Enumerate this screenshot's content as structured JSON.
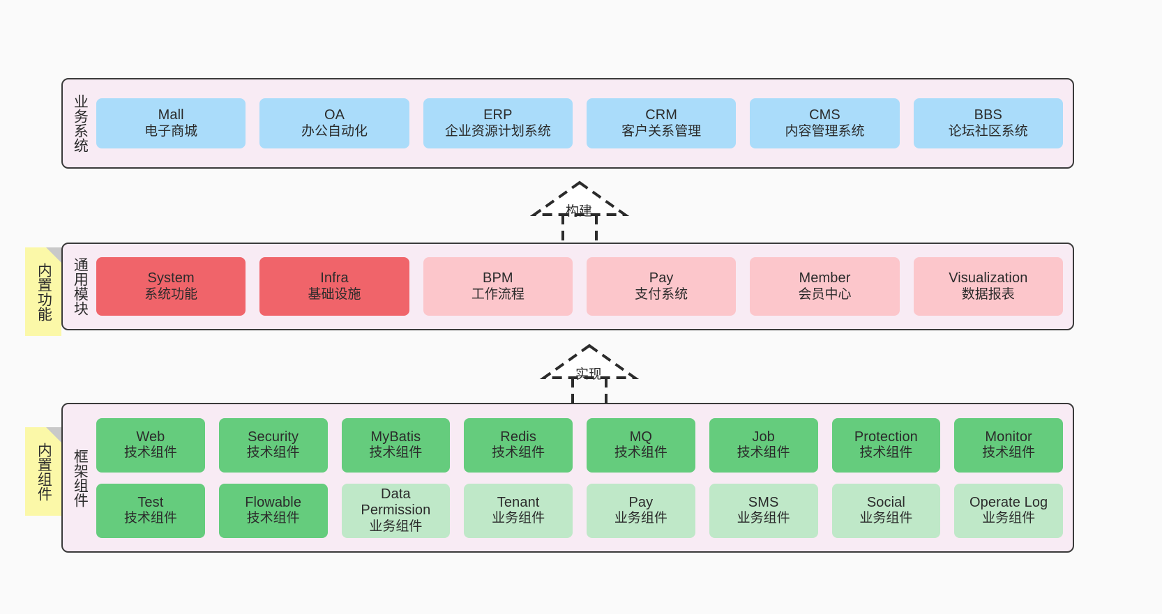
{
  "diagram": {
    "background_color": "#fafafa",
    "layer_fill": "#f8ebf4",
    "layer_border": "#3a3a3a",
    "note_color": "#fbf8a8"
  },
  "layers": [
    {
      "key": "business",
      "title": "业务系统",
      "card_color": "#aadcfa",
      "rows": [
        [
          {
            "en": "Mall",
            "cn": "电子商城"
          },
          {
            "en": "OA",
            "cn": "办公自动化"
          },
          {
            "en": "ERP",
            "cn": "企业资源计划系统"
          },
          {
            "en": "CRM",
            "cn": "客户关系管理"
          },
          {
            "en": "CMS",
            "cn": "内容管理系统"
          },
          {
            "en": "BBS",
            "cn": "论坛社区系统"
          }
        ]
      ]
    },
    {
      "key": "modules",
      "title": "通用模块",
      "note": "内置功能",
      "card_color_active": "#f0646a",
      "card_color_inactive": "#fcc6cb",
      "rows": [
        [
          {
            "en": "System",
            "cn": "系统功能",
            "state": "on"
          },
          {
            "en": "Infra",
            "cn": "基础设施",
            "state": "on"
          },
          {
            "en": "BPM",
            "cn": "工作流程",
            "state": "off"
          },
          {
            "en": "Pay",
            "cn": "支付系统",
            "state": "off"
          },
          {
            "en": "Member",
            "cn": "会员中心",
            "state": "off"
          },
          {
            "en": "Visualization",
            "cn": "数据报表",
            "state": "off"
          }
        ]
      ]
    },
    {
      "key": "framework",
      "title": "框架组件",
      "note": "内置组件",
      "card_color_tech": "#65cc7d",
      "card_color_biz": "#bfe8c8",
      "rows": [
        [
          {
            "en": "Web",
            "cn": "技术组件",
            "kind": "tech"
          },
          {
            "en": "Security",
            "cn": "技术组件",
            "kind": "tech"
          },
          {
            "en": "MyBatis",
            "cn": "技术组件",
            "kind": "tech"
          },
          {
            "en": "Redis",
            "cn": "技术组件",
            "kind": "tech"
          },
          {
            "en": "MQ",
            "cn": "技术组件",
            "kind": "tech"
          },
          {
            "en": "Job",
            "cn": "技术组件",
            "kind": "tech"
          },
          {
            "en": "Protection",
            "cn": "技术组件",
            "kind": "tech"
          },
          {
            "en": "Monitor",
            "cn": "技术组件",
            "kind": "tech"
          }
        ],
        [
          {
            "en": "Test",
            "cn": "技术组件",
            "kind": "tech"
          },
          {
            "en": "Flowable",
            "cn": "技术组件",
            "kind": "tech"
          },
          {
            "en": "Data Permission",
            "cn": "业务组件",
            "kind": "biz"
          },
          {
            "en": "Tenant",
            "cn": "业务组件",
            "kind": "biz"
          },
          {
            "en": "Pay",
            "cn": "业务组件",
            "kind": "biz"
          },
          {
            "en": "SMS",
            "cn": "业务组件",
            "kind": "biz"
          },
          {
            "en": "Social",
            "cn": "业务组件",
            "kind": "biz"
          },
          {
            "en": "Operate Log",
            "cn": "业务组件",
            "kind": "biz"
          }
        ]
      ]
    }
  ],
  "connectors": [
    {
      "key": "build",
      "label": "构建"
    },
    {
      "key": "implement",
      "label": "实现"
    }
  ]
}
